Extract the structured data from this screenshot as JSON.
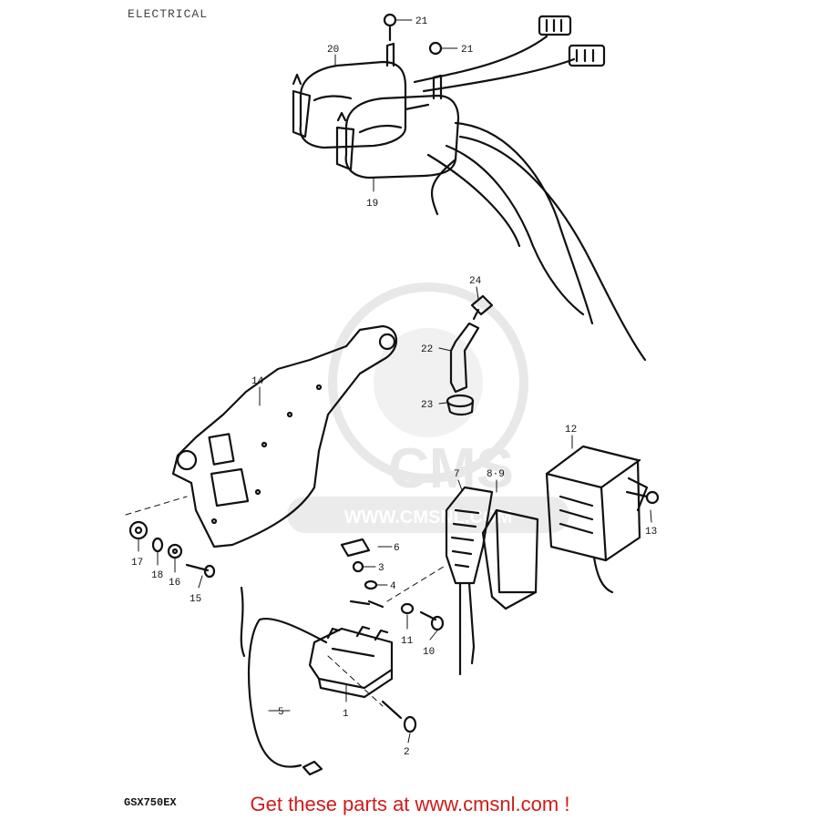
{
  "header": {
    "title": "ELECTRICAL"
  },
  "model_code": "GSX750EX",
  "footer": {
    "text": "Get these parts at www.cmsnl.com !"
  },
  "watermark": {
    "brand": "CMS",
    "url": "WWW.CMSNL.COM",
    "color": "#d9d9d9"
  },
  "callouts": [
    {
      "id": "c21a",
      "label": "21"
    },
    {
      "id": "c21b",
      "label": "21"
    },
    {
      "id": "c20",
      "label": "20"
    },
    {
      "id": "c19",
      "label": "19"
    },
    {
      "id": "c24",
      "label": "24"
    },
    {
      "id": "c22",
      "label": "22"
    },
    {
      "id": "c23",
      "label": "23"
    },
    {
      "id": "c14",
      "label": "14"
    },
    {
      "id": "c12",
      "label": "12"
    },
    {
      "id": "c7",
      "label": "7"
    },
    {
      "id": "c89",
      "label": "8·9"
    },
    {
      "id": "c13",
      "label": "13"
    },
    {
      "id": "c17",
      "label": "17"
    },
    {
      "id": "c18",
      "label": "18"
    },
    {
      "id": "c16",
      "label": "16"
    },
    {
      "id": "c15",
      "label": "15"
    },
    {
      "id": "c6",
      "label": "6"
    },
    {
      "id": "c3",
      "label": "3"
    },
    {
      "id": "c4",
      "label": "4"
    },
    {
      "id": "c11",
      "label": "11"
    },
    {
      "id": "c10",
      "label": "10"
    },
    {
      "id": "c1",
      "label": "1"
    },
    {
      "id": "c5",
      "label": "5"
    },
    {
      "id": "c2",
      "label": "2"
    }
  ]
}
